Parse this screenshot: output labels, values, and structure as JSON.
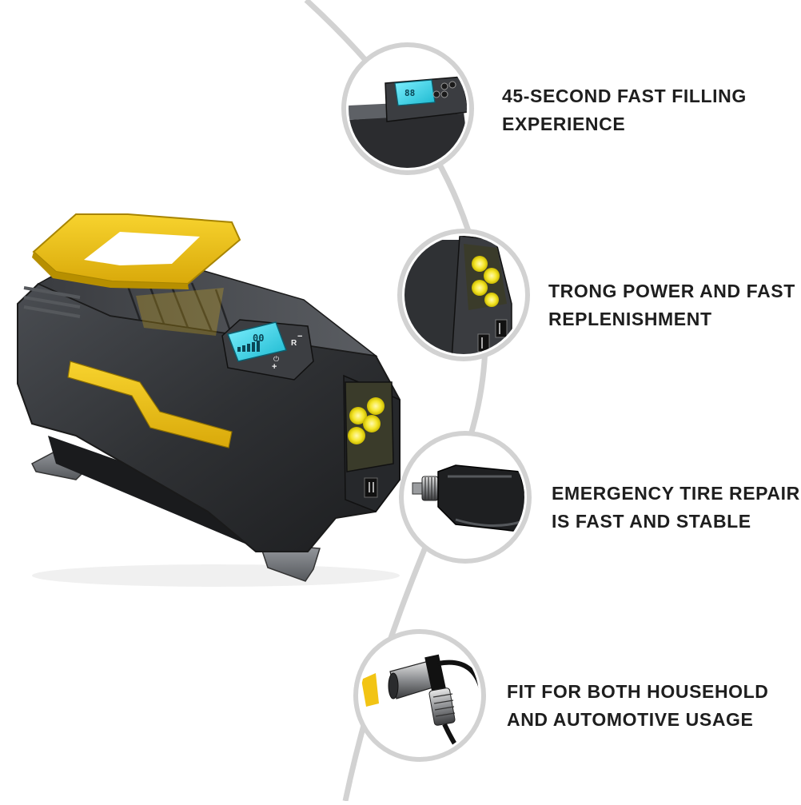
{
  "features": [
    {
      "line1": "45-SECOND FAST FILLING",
      "line2": "EXPERIENCE",
      "icon": "lcd-display-icon"
    },
    {
      "line1": "TRONG POWER AND FAST",
      "line2": "REPLENISHMENT",
      "icon": "led-light-icon"
    },
    {
      "line1": "EMERGENCY TIRE REPAIR",
      "line2": "IS FAST AND STABLE",
      "icon": "car-plug-icon"
    },
    {
      "line1": "FIT FOR BOTH HOUSEHOLD",
      "line2": "AND AUTOMOTIVE USAGE",
      "icon": "air-nozzle-icon"
    }
  ],
  "product": {
    "display_reading": "00",
    "button_labels": [
      "+",
      "⏻",
      "R",
      "−"
    ]
  },
  "colors": {
    "accent_yellow": "#f2c414",
    "body_dark": "#2e3033",
    "lcd_cyan": "#2ad0e0",
    "ring_gray": "#d2d2d2"
  }
}
